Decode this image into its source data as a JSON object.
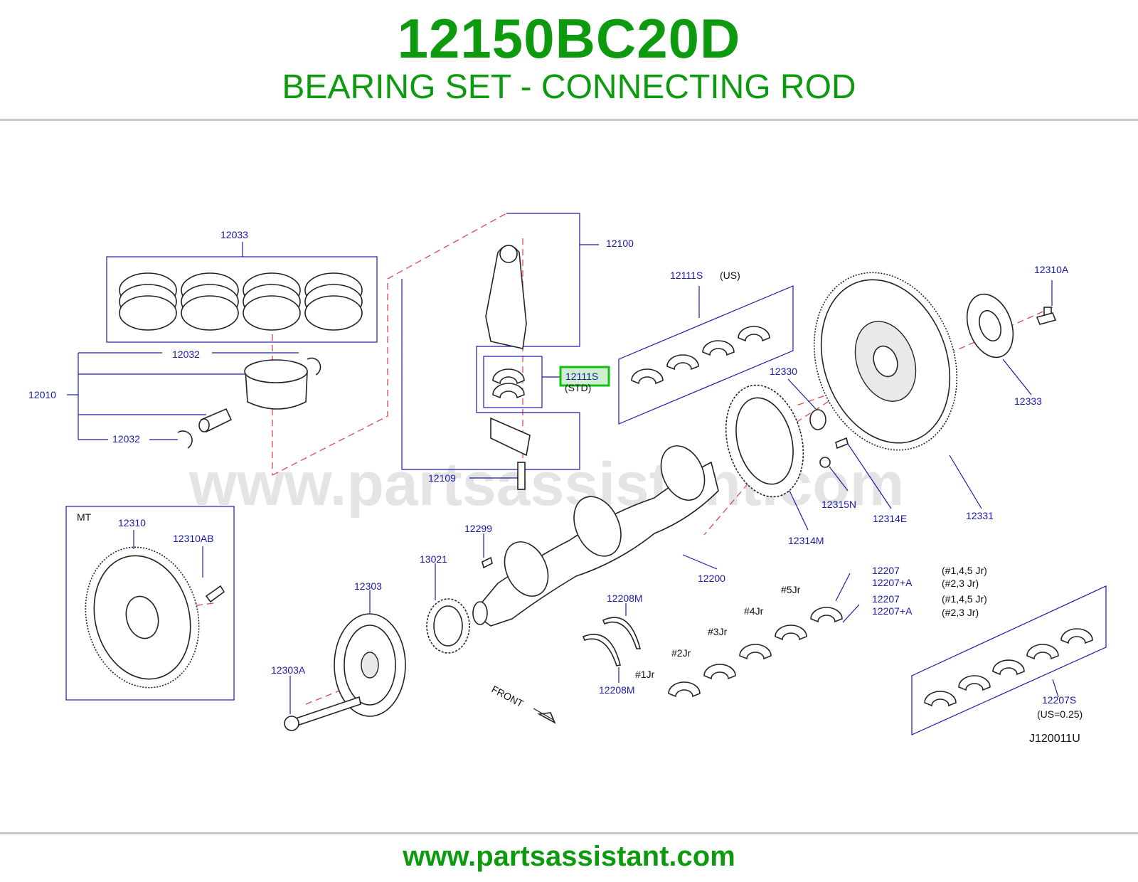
{
  "header": {
    "part_number": "12150BC20D",
    "part_name": "BEARING SET - CONNECTING ROD"
  },
  "footer": {
    "website": "www.partsassistant.com"
  },
  "watermark": "www.partsassistant.com",
  "diagram": {
    "code": "J120011U",
    "highlight": {
      "label": "12111S",
      "color": "#12c012"
    },
    "box_labels": {
      "mt": "MT"
    },
    "labels": {
      "12033": "12033",
      "12100": "12100",
      "12111S_US": "12111S",
      "us": "(US)",
      "12310A": "12310A",
      "12032_top": "12032",
      "12010": "12010",
      "12032_bottom": "12032",
      "std": "(STD)",
      "12330": "12330",
      "12333": "12333",
      "12109": "12109",
      "12315N": "12315N",
      "12314E": "12314E",
      "12331": "12331",
      "12314M": "12314M",
      "12310": "12310",
      "12310AB": "12310AB",
      "12299": "12299",
      "13021": "13021",
      "12303": "12303",
      "12200": "12200",
      "12207_a": "12207",
      "12207A_a": "12207+A",
      "note_145_a": "(#1,4,5   Jr)",
      "note_23_a": "(#2,3    Jr)",
      "12207_b": "12207",
      "12207A_b": "12207+A",
      "note_145_b": "(#1,4,5   Jr)",
      "note_23_b": "(#2,3    Jr)",
      "12208M_top": "12208M",
      "12208M_bottom": "12208M",
      "jr5": "#5Jr",
      "jr4": "#4Jr",
      "jr3": "#3Jr",
      "jr2": "#2Jr",
      "jr1": "#1Jr",
      "12303A": "12303A",
      "front": "FRONT",
      "12207S": "12207S",
      "us025": "(US=0.25)"
    }
  }
}
